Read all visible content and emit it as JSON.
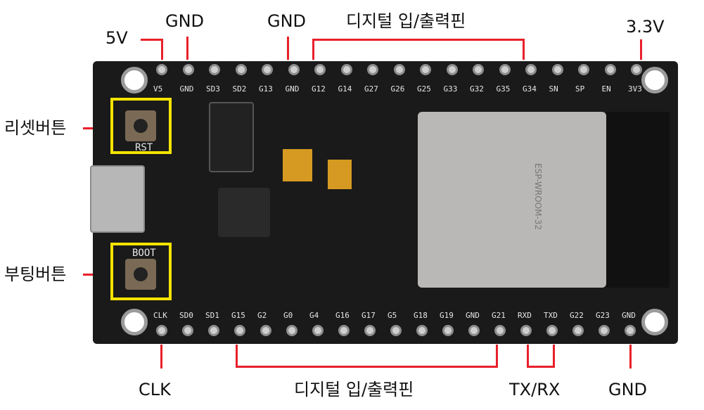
{
  "top_labels": {
    "five_v": "5V",
    "gnd1": "GND",
    "gnd2": "GND",
    "digital_io_top": "디지털 입/출력핀",
    "v33": "3.3V"
  },
  "side_labels": {
    "reset": "리셋버튼",
    "boot": "부팅버튼"
  },
  "bottom_labels": {
    "clk": "CLK",
    "digital_io_bottom": "디지털 입/출력핀",
    "txrx": "TX/RX",
    "gnd": "GND"
  },
  "silkscreen_top": [
    "V5",
    "GND",
    "SD3",
    "SD2",
    "G13",
    "GND",
    "G12",
    "G14",
    "G27",
    "G26",
    "G25",
    "G33",
    "G32",
    "G35",
    "G34",
    "SN",
    "SP",
    "EN",
    "3V3"
  ],
  "silkscreen_bottom": [
    "CLK",
    "SD0",
    "SD1",
    "G15",
    "G2",
    "G0",
    "G4",
    "G16",
    "G17",
    "G5",
    "G18",
    "G19",
    "GND",
    "G21",
    "RXD",
    "TXD",
    "G22",
    "G23",
    "GND"
  ],
  "board_text": {
    "rst": "RST",
    "boot": "BOOT",
    "module": "ESP-WROOM-32"
  },
  "colors": {
    "callout": "#e8202a",
    "highlight": "#f5e400"
  }
}
